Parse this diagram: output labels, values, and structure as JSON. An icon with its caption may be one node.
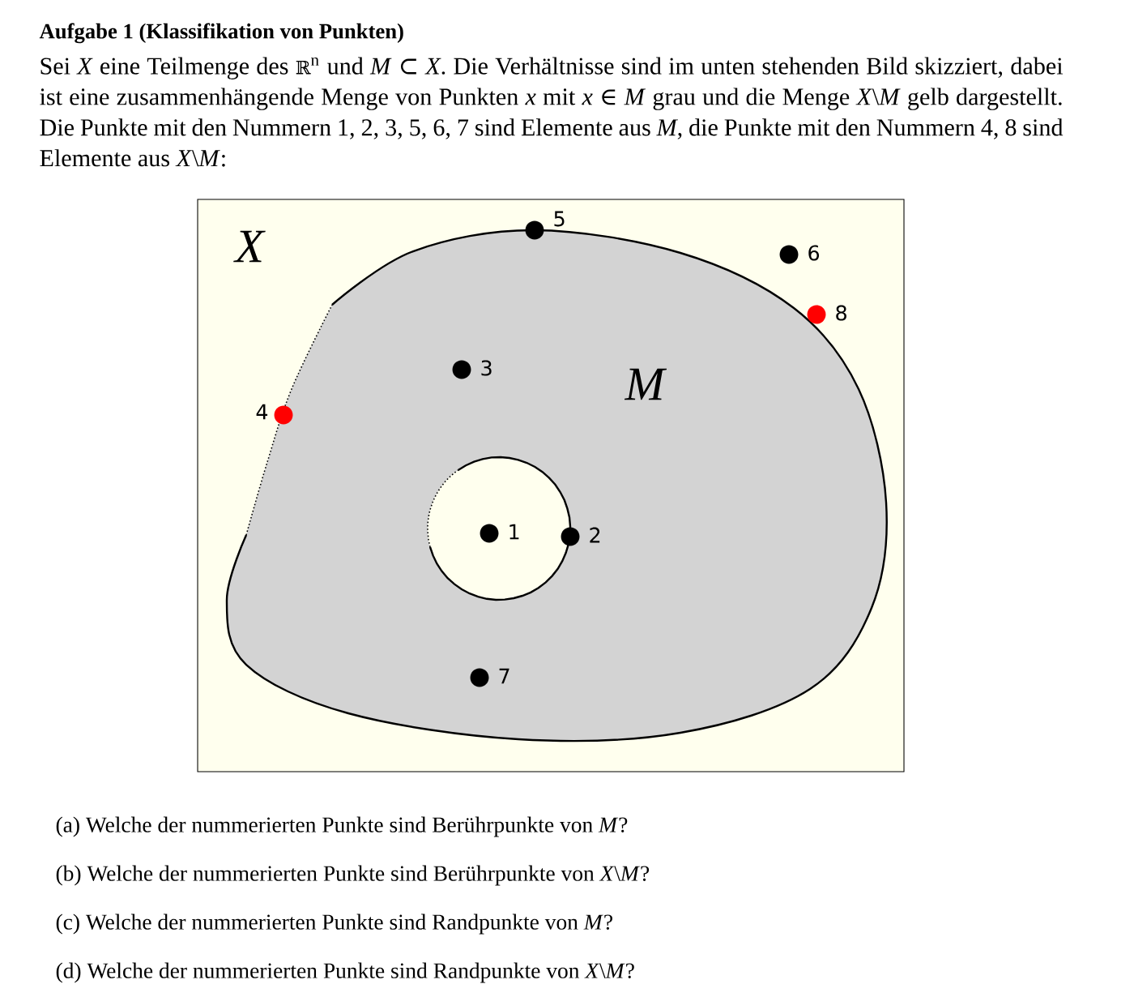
{
  "diagram": {
    "title": "Aufgabe 1 (Klassifikation von Punkten)",
    "nodes": [
      {
        "text": [
          "X"
        ]
      },
      {
        "text": [
          "M"
        ],
        "in": 0
      }
    ],
    "labels": [
      "Sei *X* eine Teilmenge des ℝ$^{n}$ und *M* ⊂ *X*. Die Verhältnisse sind im unten stehenden Bild skizziert, dabei ist eine zusammenhängende Menge von Punkten *x* mit *x* ∈ *M* grau und die Menge *X*\\*M* gelb dargestellt. Die Punkte mit den Nummern 1, 2, 3, 5, 6, 7 sind Elemente aus *M*, die Punkte mit den Nummern 4, 8 sind Elemente aus *X*\\*M*:",
      "5",
      "6",
      "8",
      "3",
      "4",
      "1",
      "2",
      "7",
      "(a) Welche der nummerierten Punkte sind Berührpunkte von *M*?",
      "(b) Welche der nummerierten Punkte sind Berührpunkte von *X*\\*M*?",
      "(c) Welche der nummerierten Punkte sind Randpunkte von *M*?",
      "(d) Welche der nummerierten Punkte sind Randpunkte von *X*\\*M*?"
    ]
  }
}
